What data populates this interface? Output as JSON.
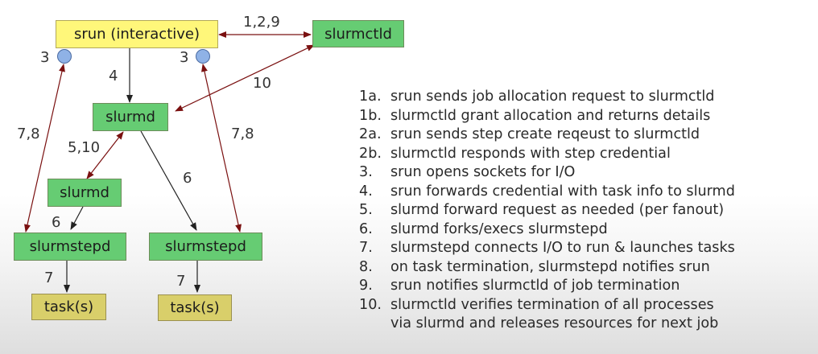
{
  "nodes": {
    "srun": "srun (interactive)",
    "slurmctld": "slurmctld",
    "slurmd_main": "slurmd",
    "slurmd_secondary": "slurmd",
    "slurmstepd_left": "slurmstepd",
    "slurmstepd_right": "slurmstepd",
    "task_left": "task(s)",
    "task_right": "task(s)"
  },
  "edge_labels": {
    "srun_slurmctld": "1,2,9",
    "socket_left": "3",
    "socket_right": "3",
    "srun_slurmd": "4",
    "slurmctld_slurmd": "10",
    "left_long": "7,8",
    "right_long": "7,8",
    "slurmd_slurmd": "5,10",
    "slurmd_stepd_right": "6",
    "slurmd_stepd_left": "6",
    "stepd_task_left": "7",
    "stepd_task_right": "7"
  },
  "legend": [
    {
      "num": "1a.",
      "text": "srun sends job allocation request to slurmctld"
    },
    {
      "num": "1b.",
      "text": "slurmctld grant allocation and returns details"
    },
    {
      "num": "2a.",
      "text": "srun sends step create reqeust to slurmctld"
    },
    {
      "num": "2b.",
      "text": "slurmctld responds with step credential"
    },
    {
      "num": "3.",
      "text": "srun opens sockets for I/O"
    },
    {
      "num": "4.",
      "text": "srun forwards credential with task info to slurmd"
    },
    {
      "num": "5.",
      "text": "slurmd forward request as needed (per fanout)"
    },
    {
      "num": "6.",
      "text": "slurmd forks/execs slurmstepd"
    },
    {
      "num": "7.",
      "text": "slurmstepd connects I/O to run & launches tasks"
    },
    {
      "num": "8.",
      "text": "on task termination, slurmstepd notifies srun"
    },
    {
      "num": "9.",
      "text": "srun notifies slurmctld of job termination"
    },
    {
      "num": "10.",
      "text": "slurmctld verifies termination of all processes"
    },
    {
      "num": "",
      "text": "via slurmd and releases resources for next job"
    }
  ],
  "colors": {
    "node_green": "#66cc73",
    "node_yellow": "#fff77a",
    "node_task": "#d9cf6a",
    "arrow_red": "#7a1010",
    "arrow_black": "#222222",
    "socket_blue": "#8fb2e6"
  }
}
